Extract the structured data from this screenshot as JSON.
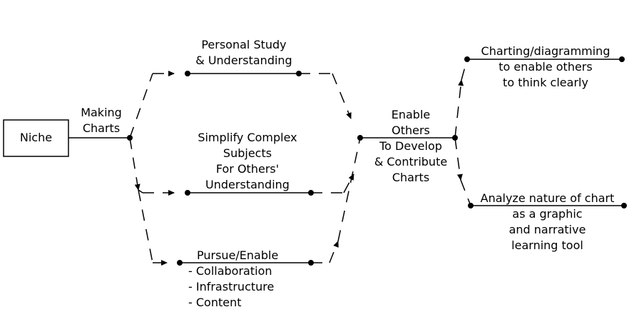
{
  "nodes": {
    "niche": {
      "label": "Niche"
    },
    "making_charts": {
      "label": [
        "Making",
        "Charts"
      ]
    },
    "personal_study": {
      "label": [
        "Personal Study",
        "& Understanding"
      ]
    },
    "simplify": {
      "label": [
        "Simplify Complex",
        "Subjects",
        "For Others'",
        "Understanding"
      ]
    },
    "pursue": {
      "label": [
        "Pursue/Enable",
        "- Collaboration",
        "- Infrastructure",
        "- Content"
      ]
    },
    "enable_others": {
      "label": [
        "Enable",
        "Others",
        "To Develop",
        "& Contribute",
        "Charts"
      ]
    },
    "charting": {
      "label": [
        "Charting/diagramming",
        "to enable others",
        "to think clearly"
      ]
    },
    "analyze": {
      "label": [
        "Analyze nature of chart",
        "as a graphic",
        "and narrative",
        "learning tool"
      ]
    }
  }
}
